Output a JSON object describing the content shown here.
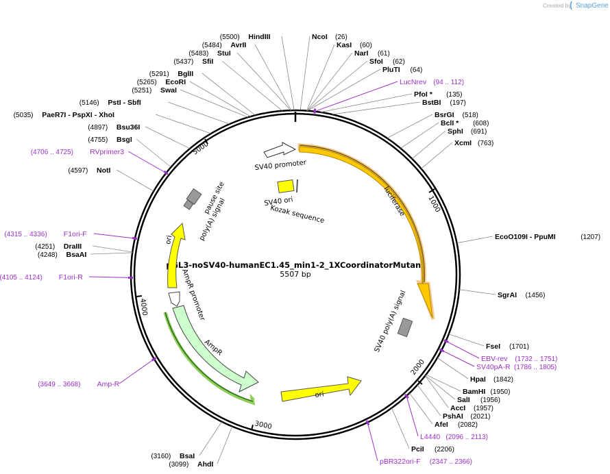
{
  "brand": {
    "created_by": "Created by",
    "app": "SnapGene"
  },
  "plasmid": {
    "name": "pGL3-noSV40-humanEC1.45_min1-2_1XCoordinatorMutant",
    "size": "5507 bp"
  },
  "ticks": [
    "1000",
    "2000",
    "3000",
    "4000",
    "5000"
  ],
  "features": {
    "sv40_promoter": "SV40 promoter",
    "luciferase": "luciferase",
    "sv40_ori": "SV40 ori",
    "kozak": "Kozak sequence",
    "sv40_polya": "SV40 poly(A) signal",
    "ori": "ori",
    "ampr": "AmpR",
    "ampr_promoter": "AmpR promoter",
    "f1_ori": "ori",
    "pause_site": "pause site",
    "polya_signal": "poly(A) signal"
  },
  "colors": {
    "luciferase": "#ffc800",
    "sv40_ori": "#ffff00",
    "ori": "#ffff00",
    "ampr": "#ccffcc",
    "terminator": "#999999",
    "primer": "#9b30c9",
    "backbone": "#000000"
  },
  "labels": [
    {
      "kind": "enzyme",
      "name": "HindIII",
      "pos": "(5500)",
      "bp": 5500
    },
    {
      "kind": "enzyme",
      "name": "AvrII",
      "pos": "(5484)",
      "bp": 5484
    },
    {
      "kind": "enzyme",
      "name": "StuI",
      "pos": "(5483)",
      "bp": 5483
    },
    {
      "kind": "enzyme",
      "name": "SfiI",
      "pos": "(5437)",
      "bp": 5437
    },
    {
      "kind": "enzyme",
      "name": "BglII",
      "pos": "(5291)",
      "bp": 5291
    },
    {
      "kind": "enzyme",
      "name": "EcoRI",
      "pos": "(5265)",
      "bp": 5265
    },
    {
      "kind": "enzyme",
      "name": "SwaI",
      "pos": "(5251)",
      "bp": 5251
    },
    {
      "kind": "enzyme",
      "name": "PstI   - SbfI",
      "pos": "(5146)",
      "bp": 5146
    },
    {
      "kind": "enzyme",
      "name": "PaeR7I   - PspXI   - XhoI",
      "pos": "(5035)",
      "bp": 5035
    },
    {
      "kind": "enzyme",
      "name": "Bsu36I",
      "pos": "(4897)",
      "bp": 4897
    },
    {
      "kind": "enzyme",
      "name": "BsgI",
      "pos": "(4755)",
      "bp": 4755
    },
    {
      "kind": "primer",
      "name": "RVprimer3",
      "pos": "(4706 .. 4725)",
      "bp": 4715
    },
    {
      "kind": "enzyme",
      "name": "NotI",
      "pos": "(4597)",
      "bp": 4597
    },
    {
      "kind": "primer",
      "name": "F1ori-F",
      "pos": "(4315 .. 4336)",
      "bp": 4325
    },
    {
      "kind": "enzyme",
      "name": "DraIII",
      "pos": "(4251)",
      "bp": 4251
    },
    {
      "kind": "enzyme",
      "name": "BsaAI",
      "pos": "(4248)",
      "bp": 4248
    },
    {
      "kind": "primer",
      "name": "F1ori-R",
      "pos": "(4105 .. 4124)",
      "bp": 4114
    },
    {
      "kind": "primer",
      "name": "Amp-R",
      "pos": "(3649 .. 3668)",
      "bp": 3658
    },
    {
      "kind": "enzyme",
      "name": "BsaI",
      "pos": "(3160)",
      "bp": 3160
    },
    {
      "kind": "enzyme",
      "name": "AhdI",
      "pos": "(3099)",
      "bp": 3099
    },
    {
      "kind": "enzyme",
      "name": "NcoI",
      "pos": "(26)",
      "bp": 26
    },
    {
      "kind": "enzyme",
      "name": "KasI",
      "pos": "(60)",
      "bp": 60
    },
    {
      "kind": "enzyme",
      "name": "NarI",
      "pos": "(61)",
      "bp": 61
    },
    {
      "kind": "enzyme",
      "name": "SfoI",
      "pos": "(62)",
      "bp": 62
    },
    {
      "kind": "enzyme",
      "name": "PluTI",
      "pos": "(64)",
      "bp": 64
    },
    {
      "kind": "primer",
      "name": "LucNrev",
      "pos": "(94 .. 112)",
      "bp": 103
    },
    {
      "kind": "enzyme",
      "name": "PfoI *",
      "pos": "(135)",
      "bp": 135
    },
    {
      "kind": "enzyme",
      "name": "BstBI",
      "pos": "(197)",
      "bp": 197
    },
    {
      "kind": "enzyme",
      "name": "BsrGI",
      "pos": "(518)",
      "bp": 518
    },
    {
      "kind": "enzyme",
      "name": "BclI *",
      "pos": "(608)",
      "bp": 608
    },
    {
      "kind": "enzyme",
      "name": "SphI",
      "pos": "(691)",
      "bp": 691
    },
    {
      "kind": "enzyme",
      "name": "XcmI",
      "pos": "(763)",
      "bp": 763
    },
    {
      "kind": "enzyme",
      "name": "EcoO109I   - PpuMI",
      "pos": "(1207)",
      "bp": 1207
    },
    {
      "kind": "enzyme",
      "name": "SgrAI",
      "pos": "(1456)",
      "bp": 1456
    },
    {
      "kind": "enzyme",
      "name": "FseI",
      "pos": "(1701)",
      "bp": 1701
    },
    {
      "kind": "primer",
      "name": "EBV-rev",
      "pos": "(1732 .. 1751)",
      "bp": 1741
    },
    {
      "kind": "primer",
      "name": "SV40pA-R",
      "pos": "(1786 .. 1805)",
      "bp": 1795
    },
    {
      "kind": "enzyme",
      "name": "HpaI",
      "pos": "(1842)",
      "bp": 1842
    },
    {
      "kind": "enzyme",
      "name": "BamHI",
      "pos": "(1950)",
      "bp": 1950
    },
    {
      "kind": "enzyme",
      "name": "SalI",
      "pos": "(1956)",
      "bp": 1956
    },
    {
      "kind": "enzyme",
      "name": "AccI",
      "pos": "(1957)",
      "bp": 1957
    },
    {
      "kind": "enzyme",
      "name": "PshAI",
      "pos": "(2021)",
      "bp": 2021
    },
    {
      "kind": "enzyme",
      "name": "AfeI",
      "pos": "(2082)",
      "bp": 2082
    },
    {
      "kind": "primer",
      "name": "L4440",
      "pos": "(2096 .. 2113)",
      "bp": 2104
    },
    {
      "kind": "enzyme",
      "name": "PciI",
      "pos": "(2206)",
      "bp": 2206
    },
    {
      "kind": "primer",
      "name": "pBR322ori-F",
      "pos": "(2347 .. 2366)",
      "bp": 2356
    }
  ]
}
